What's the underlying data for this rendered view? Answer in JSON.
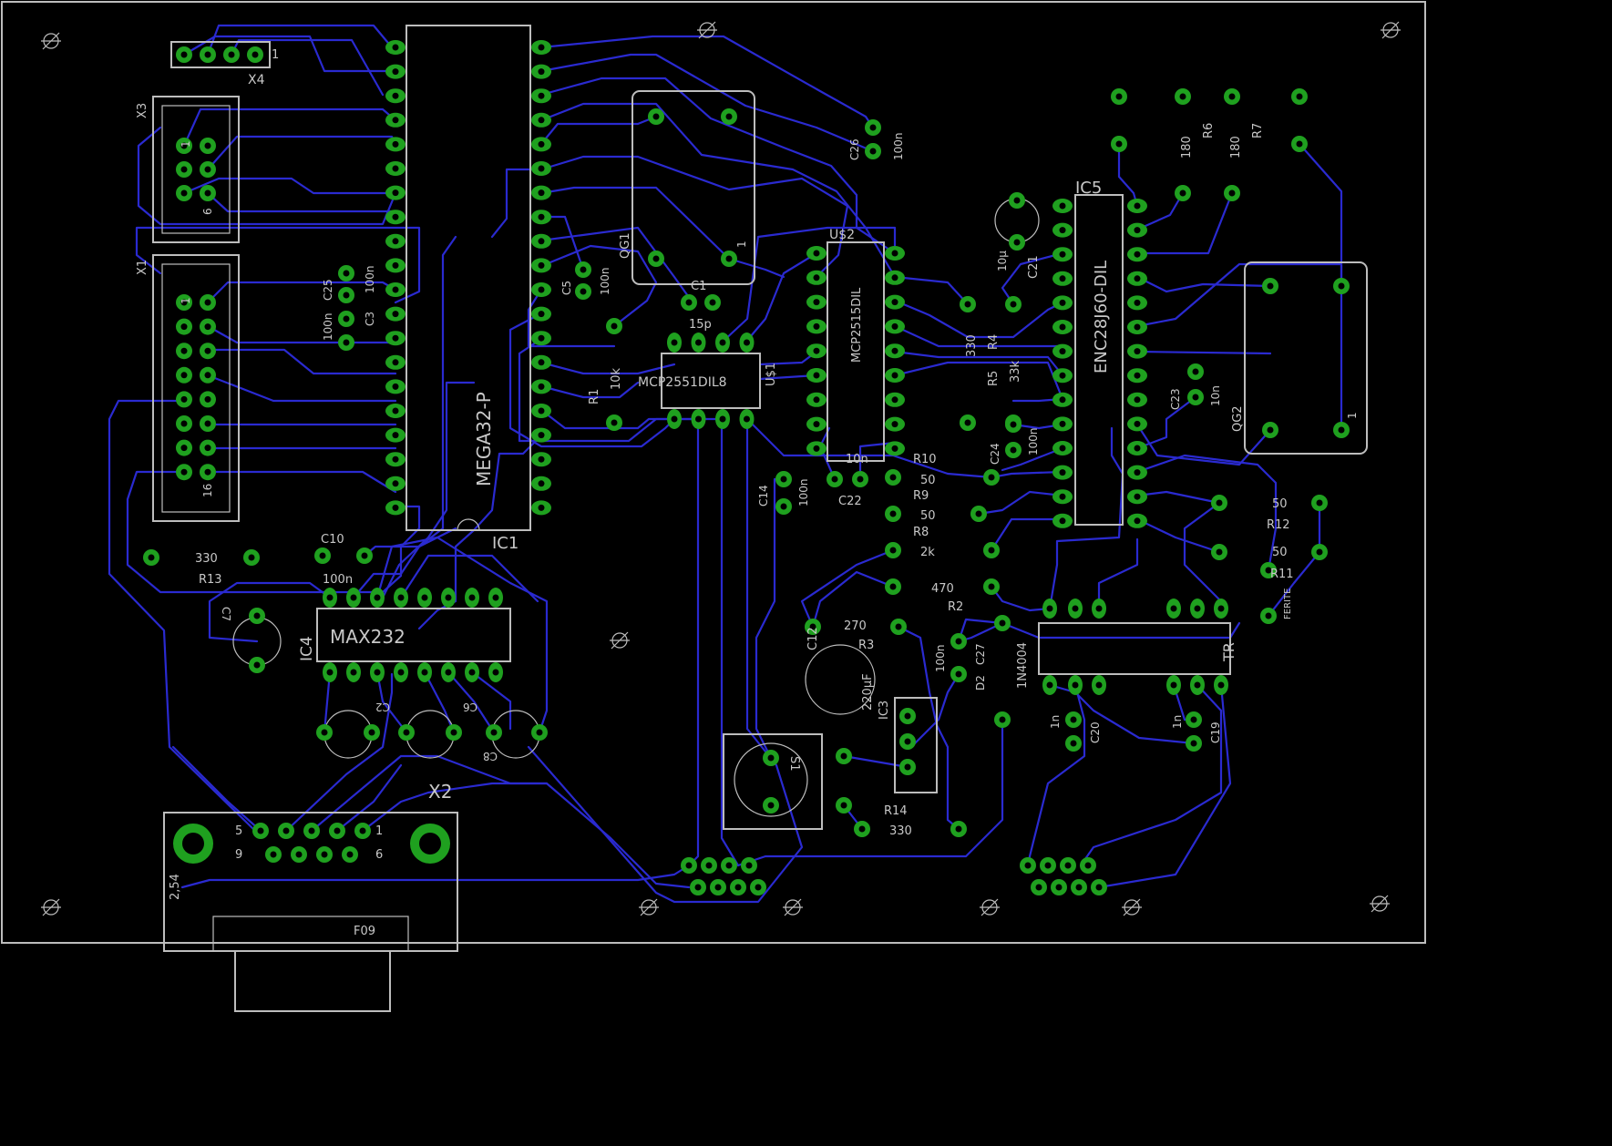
{
  "colors": {
    "background": "#000000",
    "trace": "#2a2ad0",
    "pad": "#1fa01f",
    "silkscreen": "#c8c8c8"
  },
  "labels": {
    "x4": "X4",
    "x4_pin": "1",
    "x3": "X3",
    "x3_pin1": "1",
    "x3_pin6": "6",
    "x1": "X1",
    "x1_pin1": "1",
    "x1_pin16": "16",
    "ic1_name": "IC1",
    "ic1_value": "MEGA32-P",
    "c25": "C25",
    "c25_value": "100n",
    "c3": "C3",
    "c3_value": "100n",
    "c5": "C5",
    "c5_value": "100n",
    "qg1": "QG1",
    "qg1_pin": "1",
    "c26": "C26",
    "c26_value": "100n",
    "c1": "C1",
    "c1_value": "15p",
    "r1": "R1",
    "r1_value": "10k",
    "u1_value": "MCP2551DIL8",
    "u1_name": "U$1",
    "u2_name": "U$2",
    "u2_value": "MCP2515DIL",
    "r4": "R4",
    "r4_value": "33k",
    "r5": "R5",
    "r5_value": "330",
    "c21": "C21",
    "c21_value": "10µ",
    "ic5_name": "IC5",
    "ic5_value": "ENC28J60-DIL",
    "r6": "R6",
    "r6_value": "180",
    "r7": "R7",
    "r7_value": "180",
    "qg2": "QG2",
    "qg2_pin": "1",
    "c23": "C23",
    "c23_value": "10n",
    "c24": "C24",
    "c24_value": "100n",
    "c14": "C14",
    "c14_value": "100n",
    "c22": "C22",
    "c22_value": "10n",
    "r10": "R10",
    "r10_value": "50",
    "r9": "R9",
    "r9_value": "50",
    "r8": "R8",
    "r8_value": "2k",
    "r2": "R2",
    "r2_value": "470",
    "r12": "R12",
    "r12_value": "50",
    "r11": "R11",
    "r11_value": "50",
    "ferite": "FERITE",
    "r13": "R13",
    "r13_value": "330",
    "c10": "C10",
    "c10_value": "100n",
    "c7": "C7",
    "ic4_name": "IC4",
    "ic4_value": "MAX232",
    "c2": "C2",
    "c6": "C6",
    "c8": "C8",
    "x2": "X2",
    "x2_pin5": "5",
    "x2_pin1": "1",
    "x2_pin9": "9",
    "x2_pin6": "6",
    "pitch": "2,54",
    "f09": "F09",
    "c12": "C12",
    "r3": "R3",
    "r3_value": "270",
    "c12_value": "220µF",
    "c27": "C27",
    "c27_value": "100n",
    "d2": "D2",
    "d2_value": "1N4004",
    "ic3": "IC3",
    "tr": "TR",
    "c20": "C20",
    "c20_value": "1n",
    "c19": "C19",
    "c19_value": "1n",
    "s1": "S1",
    "r14": "R14",
    "r14_value": "330"
  }
}
